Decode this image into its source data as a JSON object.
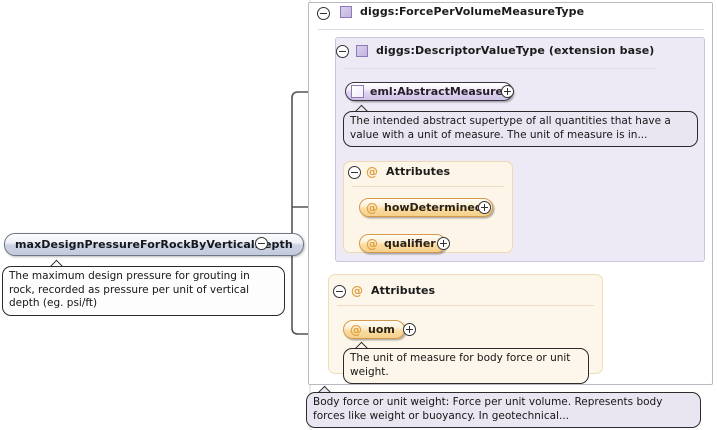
{
  "diagram": {
    "kind": "xml-schema-tree",
    "root_element": {
      "name": "maxDesignPressureForRockByVerticalDepth",
      "toggle": "collapse-minus",
      "annotation": "The maximum design pressure for grouting in rock, recorded as pressure per unit of vertical depth (eg. psi/ft)"
    },
    "outer_type": {
      "label": "diggs:ForcePerVolumeMeasureType",
      "toggle": "collapse-minus",
      "icon": "complex-type-square-icon",
      "annotation": "Body force or unit weight: Force per unit volume. Represents body forces like weight or buoyancy. In geotechnical..."
    },
    "extension_base": {
      "label": "diggs:DescriptorValueType (extension base)",
      "toggle": "collapse-minus",
      "icon": "complex-type-square-icon"
    },
    "abstract_element": {
      "label": "eml:AbstractMeasure",
      "icon": "abstract-element-icon",
      "toggle": "expand-plus",
      "annotation": "The intended abstract supertype of all quantities that have a value with a unit of measure. The unit of measure is in..."
    },
    "inherited_attributes_group": {
      "label": "Attributes",
      "toggle": "collapse-minus",
      "icon": "at-icon",
      "items": [
        {
          "label": "howDetermined",
          "icon": "at-icon",
          "toggle": "expand-plus"
        },
        {
          "label": "qualifier",
          "icon": "at-icon",
          "toggle": "expand-plus"
        }
      ]
    },
    "own_attributes_group": {
      "label": "Attributes",
      "toggle": "collapse-minus",
      "icon": "at-icon",
      "items": [
        {
          "label": "uom",
          "icon": "at-icon",
          "toggle": "expand-plus",
          "annotation": "The unit of measure for body force or unit weight."
        }
      ]
    },
    "colors": {
      "page_background": "#ffffff",
      "panel_purple_fill": "#edeaf5",
      "panel_purple_border": "#c9c6de",
      "panel_cream_fill": "#fdf5e7",
      "panel_cream_border": "#efd9b4",
      "outer_panel_border": "#b9b9c2",
      "chip_purple_border": "#3a3440",
      "chip_orange_border": "#d49a4e",
      "attribute_at_glyph": "#e0a040",
      "connector_line": "#555555",
      "bubble_purple_fill": "#e9e6f2",
      "bubble_white_fill": "#fdfdfd",
      "bubble_cream_fill": "#fdf6ea",
      "root_pill_border": "#6e7785"
    }
  }
}
